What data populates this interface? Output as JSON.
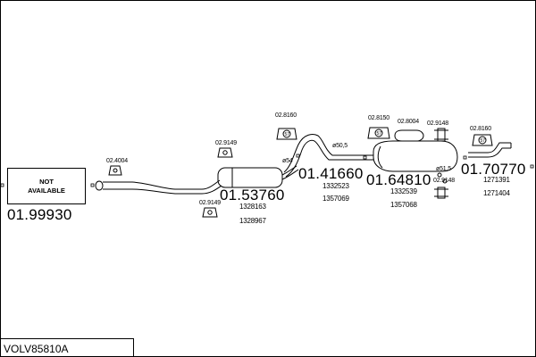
{
  "diagram": {
    "model_code": "VOLV85810A",
    "not_available_text": "NOT\nAVAILABLE",
    "parts": [
      {
        "id": "front",
        "part_number": "01.99930",
        "refs": [],
        "accessories": []
      },
      {
        "id": "front_pipe",
        "part_number": "",
        "refs": [],
        "accessories": [
          "02.4004"
        ]
      },
      {
        "id": "middle_silencer",
        "part_number": "01.53760",
        "refs": [
          "1328163",
          "1328967"
        ],
        "accessories": [
          "02.9149",
          "02.9149"
        ],
        "dimension": "ø54"
      },
      {
        "id": "middle_pipe",
        "part_number": "01.41660",
        "refs": [
          "1332523",
          "1357069"
        ],
        "accessories": [
          "02.8160"
        ],
        "dimension": "ø50,5"
      },
      {
        "id": "rear_silencer",
        "part_number": "01.64810",
        "refs": [
          "1332539",
          "1357068"
        ],
        "accessories": [
          "02.8150",
          "02.8004",
          "02.9148",
          "02.9148"
        ],
        "dimension": "ø51,5"
      },
      {
        "id": "tail_pipe",
        "part_number": "01.70770",
        "refs": [
          "1271391",
          "1271404"
        ],
        "accessories": [
          "02.8160"
        ]
      }
    ]
  }
}
